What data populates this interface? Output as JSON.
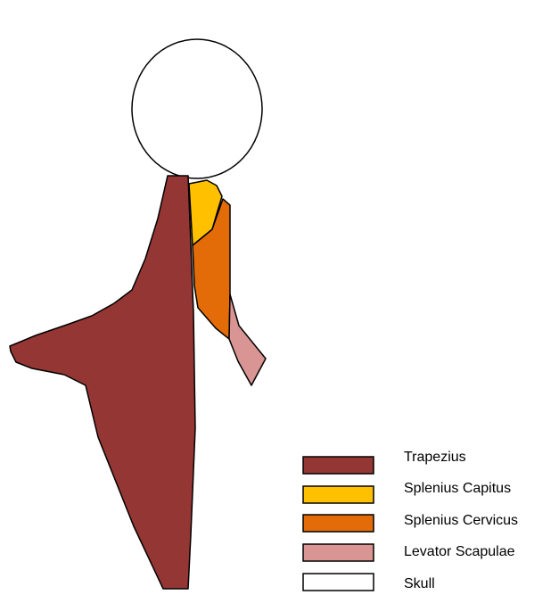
{
  "diagram": {
    "structures": [
      {
        "id": "trapezius",
        "label": "Trapezius",
        "color": "#943634"
      },
      {
        "id": "splenius-capitus",
        "label": "Splenius Capitus",
        "color": "#FFC000"
      },
      {
        "id": "splenius-cervicus",
        "label": "Splenius Cervicus",
        "color": "#E36C09"
      },
      {
        "id": "levator-scapulae",
        "label": "Levator Scapulae",
        "color": "#D99594"
      },
      {
        "id": "skull",
        "label": "Skull",
        "color": "#FFFFFF"
      }
    ],
    "outline_color": "#000000"
  }
}
